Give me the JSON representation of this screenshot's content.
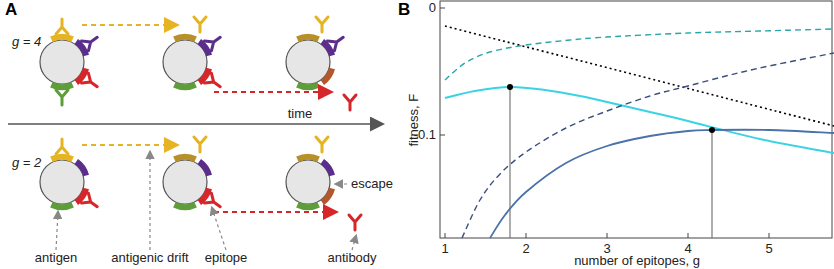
{
  "diagram": {
    "labels": [
      "A",
      "g = 4",
      "time",
      "g = 2",
      "escape",
      "antigen",
      "antigenic drift",
      "epitope",
      "antibody",
      "B",
      "0",
      "-0.1",
      "1",
      "2",
      "3",
      "4",
      "5",
      "fitness, F",
      "number of epitopes, g"
    ]
  }
}
